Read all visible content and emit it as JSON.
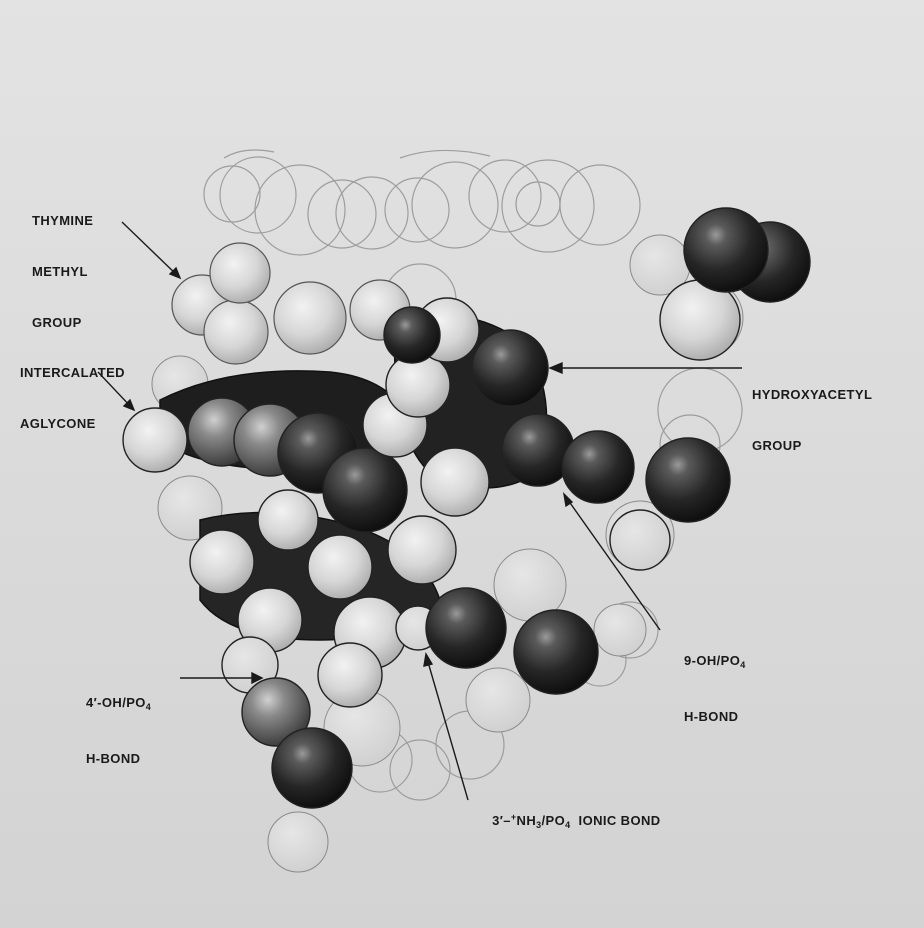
{
  "labels": {
    "thymine": {
      "line1": "THYMINE",
      "line2": "METHYL",
      "line3": "GROUP"
    },
    "intercalated": {
      "line1": "INTERCALATED",
      "line2": "AGLYCONE"
    },
    "hydroxyacetyl": {
      "line1": "HYDROXYACETYL",
      "line2": "GROUP"
    },
    "oh9": {
      "prefix": "9-OH/PO",
      "sub": "4",
      "line2": "H-BOND"
    },
    "oh4": {
      "prefix": "4",
      "prime": "′",
      "mid": "-OH/PO",
      "sub": "4",
      "line2": "H-BOND"
    },
    "ionic": {
      "prefix": "3",
      "prime": "′",
      "dash": "–",
      "sup": "+",
      "nh": "NH",
      "sub1": "3",
      "slash": "/PO",
      "sub2": "4",
      "suffix": "  IONIC BOND"
    }
  },
  "colors": {
    "background": "#dcdcdc",
    "ink": "#1a1a1a",
    "dark_atom": "#2a2a2a",
    "light_atom": "#d8d8d8"
  }
}
